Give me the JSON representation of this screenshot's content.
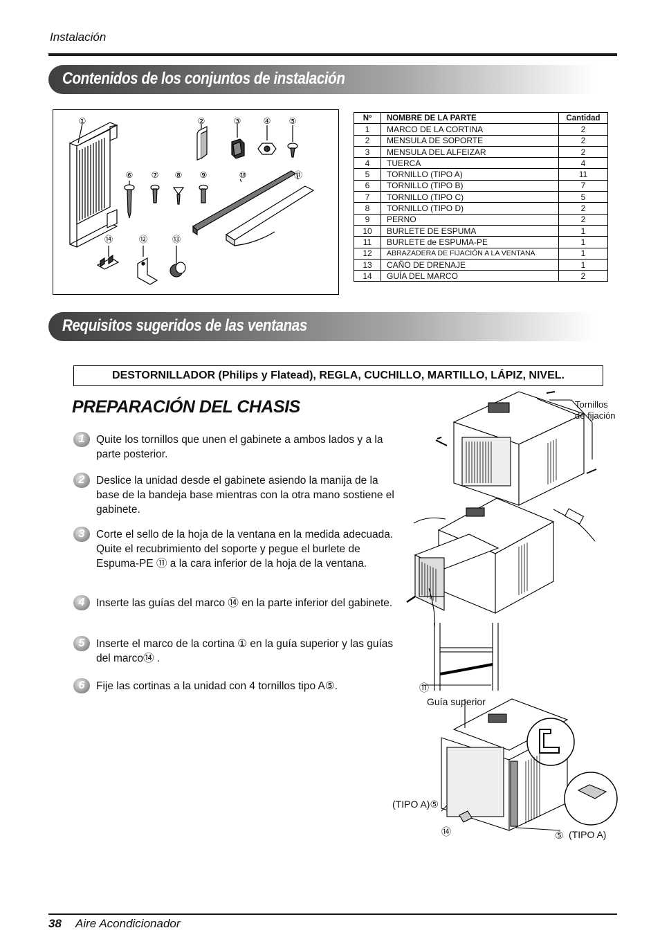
{
  "header": {
    "section": "Instalación"
  },
  "section1": {
    "title": "Contenidos de los conjuntos de instalación"
  },
  "parts_figure": {
    "callouts": [
      "①",
      "②",
      "③",
      "④",
      "⑤",
      "⑥",
      "⑦",
      "⑧",
      "⑨",
      "⑩",
      "⑪",
      "⑫",
      "⑬",
      "⑭"
    ]
  },
  "parts_table": {
    "headers": [
      "Nº",
      "NOMBRE DE LA PARTE",
      "Cantidad"
    ],
    "rows": [
      [
        "1",
        "MARCO DE LA CORTINA",
        "2"
      ],
      [
        "2",
        "MENSULA DE SOPORTE",
        "2"
      ],
      [
        "3",
        "MENSULA DEL ALFEIZAR",
        "2"
      ],
      [
        "4",
        "TUERCA",
        "4"
      ],
      [
        "5",
        "TORNILLO (TIPO A)",
        "11"
      ],
      [
        "6",
        "TORNILLO (TIPO B)",
        "7"
      ],
      [
        "7",
        "TORNILLO (TIPO C)",
        "5"
      ],
      [
        "8",
        "TORNILLO (TIPO D)",
        "2"
      ],
      [
        "9",
        "PERNO",
        "2"
      ],
      [
        "10",
        "BURLETE DE ESPUMA",
        "1"
      ],
      [
        "11",
        "BURLETE de ESPUMA-PE",
        "1"
      ],
      [
        "12",
        "ABRAZADERA DE FIJACIÓN A LA VENTANA",
        "1"
      ],
      [
        "13",
        "CAÑO DE DRENAJE",
        "1"
      ],
      [
        "14",
        "GUÍA DEL MARCO",
        "2"
      ]
    ]
  },
  "section2": {
    "title": "Requisitos sugeridos de las ventanas"
  },
  "tools": "DESTORNILLADOR (Philips y Flatead), REGLA, CUCHILLO, MARTILLO, LÁPIZ, NIVEL.",
  "chassis": {
    "title": "PREPARACIÓN DEL CHASIS",
    "steps": [
      {
        "num": "1",
        "text": "Quite los tornillos que unen el gabinete a ambos lados y a la parte posterior."
      },
      {
        "num": "2",
        "text": "Deslice la unidad desde el gabinete asiendo la manija de la base de la bandeja base mientras con la otra mano sostiene el gabinete."
      },
      {
        "num": "3",
        "text": "Corte el sello de la hoja de la ventana en la medida adecuada.  Quite el recubrimiento del soporte y pegue el burlete de Espuma-PE ⑪ a la cara inferior de la hoja de la ventana."
      },
      {
        "num": "4",
        "text": "Inserte las guías del marco ⑭ en la parte inferior del gabinete."
      },
      {
        "num": "5",
        "text": "Inserte el marco de la cortina ① en la guía superior y las guías del marco⑭ ."
      },
      {
        "num": "6",
        "text": "Fije las cortinas a la unidad con 4 tornillos tipo A⑤."
      }
    ]
  },
  "figure_labels": {
    "screws": "Tornillos",
    "fixing": "de fijación",
    "foam_num": "⑪",
    "upper_guide": "Guía superior",
    "type_a_left": "(TIPO A)⑤",
    "guide_num": "⑭",
    "type_a_right_num": "⑤",
    "type_a_right": "(TIPO A)"
  },
  "footer": {
    "page": "38",
    "title": "Aire Acondicionador"
  }
}
